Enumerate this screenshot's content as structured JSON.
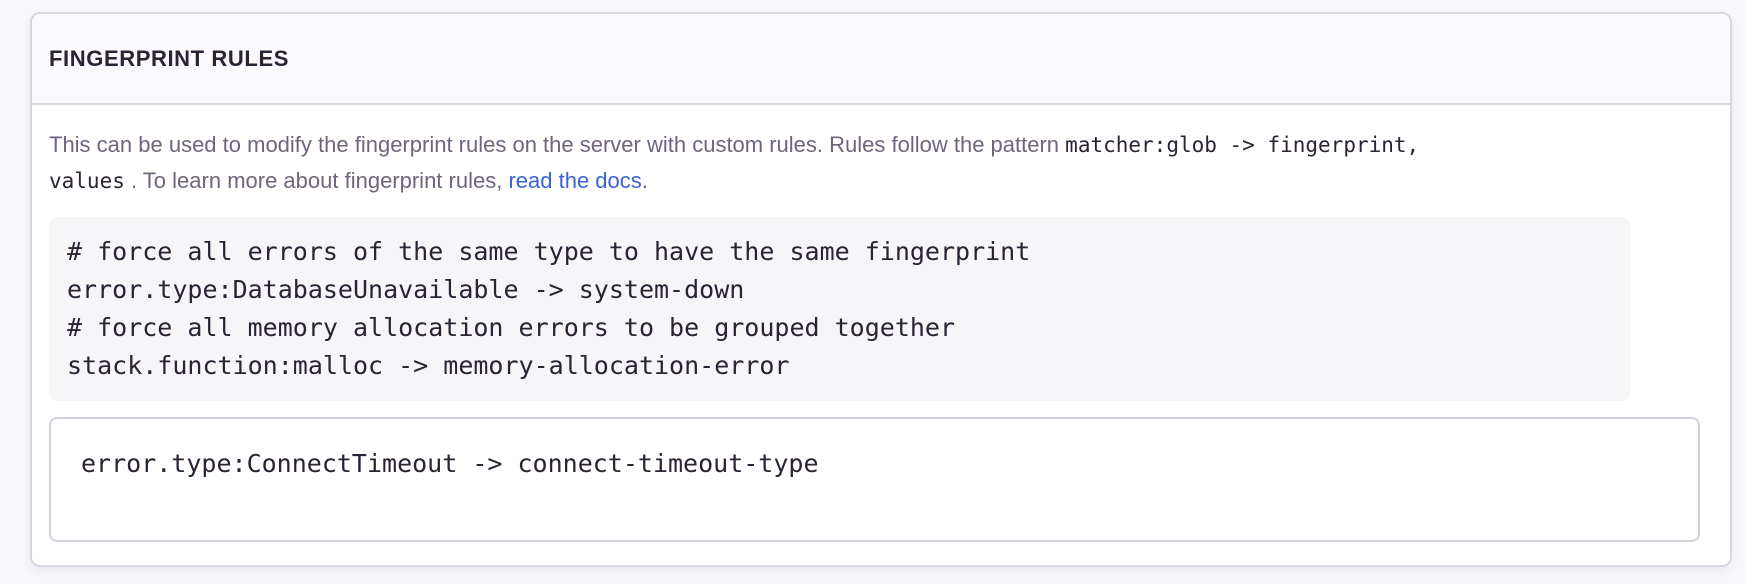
{
  "panel": {
    "title": "FINGERPRINT RULES"
  },
  "description": {
    "line1_text": "This can be used to modify the fingerprint rules on the server with custom rules. Rules follow the pattern",
    "line1_code": "matcher:glob -> fingerprint,",
    "line2_code": "values",
    "line2_text": ". To learn more about fingerprint rules,",
    "link_text": "read the docs",
    "line2_tail": "."
  },
  "example": {
    "code": "# force all errors of the same type to have the same fingerprint\nerror.type:DatabaseUnavailable -> system-down\n# force all memory allocation errors to be grouped together\nstack.function:malloc -> memory-allocation-error"
  },
  "editor": {
    "value": "error.type:ConnectTimeout -> connect-timeout-type"
  },
  "colors": {
    "heading": "#2B2233",
    "muted_text": "#71637E",
    "link": "#3A63D6",
    "code_text": "#2B2233",
    "panel_border": "#DAD5E0",
    "example_background": "#F6F5F8"
  }
}
